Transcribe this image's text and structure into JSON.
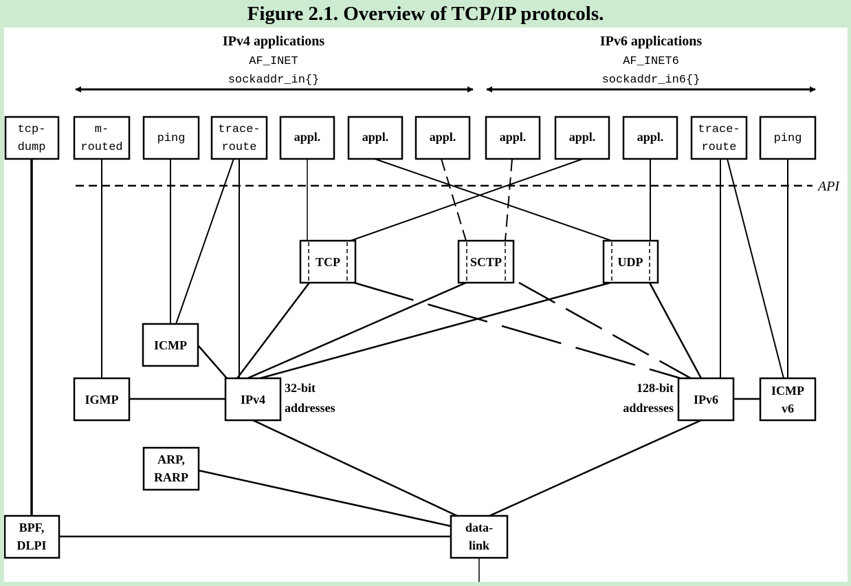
{
  "caption": "Figure 2.1. Overview of TCP/IP protocols.",
  "header": {
    "ipv4": {
      "title": "IPv4 applications",
      "family": "AF_INET",
      "struct": "sockaddr_in{}"
    },
    "ipv6": {
      "title": "IPv6 applications",
      "family": "AF_INET6",
      "struct": "sockaddr_in6{}"
    }
  },
  "api_label": "API",
  "apps": {
    "tcpdump": [
      "tcp-",
      "dump"
    ],
    "mrouted": [
      "m-",
      "routed"
    ],
    "ping4": "ping",
    "traceroute4": [
      "trace-",
      "route"
    ],
    "appl": "appl.",
    "traceroute6": [
      "trace-",
      "route"
    ],
    "ping6": "ping"
  },
  "protocols": {
    "tcp": "TCP",
    "sctp": "SCTP",
    "udp": "UDP",
    "icmp": "ICMP",
    "igmp": "IGMP",
    "ipv4": "IPv4",
    "ipv6": "IPv6",
    "icmpv6": [
      "ICMP",
      "v6"
    ],
    "arp": [
      "ARP,",
      "RARP"
    ],
    "bpf": [
      "BPF,",
      "DLPI"
    ],
    "datalink": [
      "data-",
      "link"
    ]
  },
  "notes": {
    "ipv4_addr": [
      "32-bit",
      "addresses"
    ],
    "ipv6_addr": [
      "128-bit",
      "addresses"
    ]
  }
}
